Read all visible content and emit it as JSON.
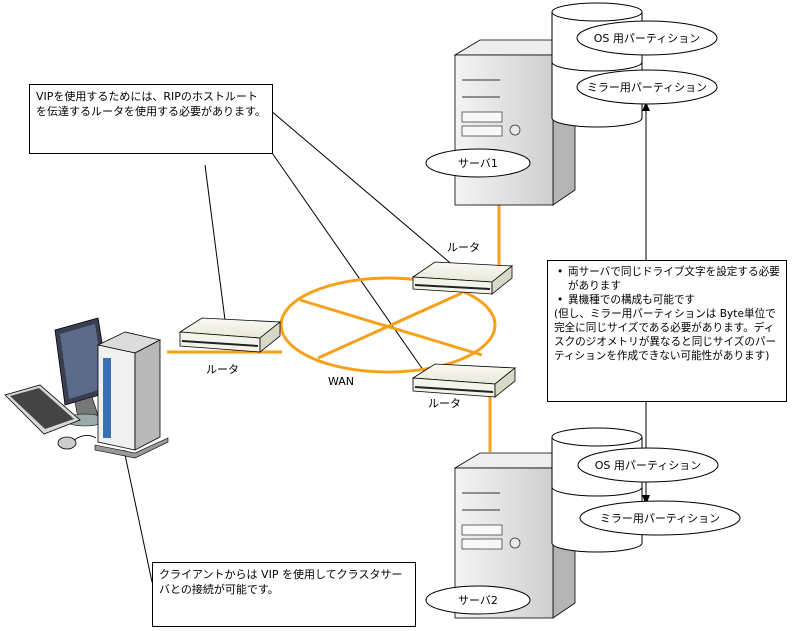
{
  "labels": {
    "server1": "サーバ1",
    "server2": "サーバ2",
    "router_top": "ルータ",
    "router_left": "ルータ",
    "router_bottom": "ルータ",
    "wan": "WAN",
    "os_partition_1": "OS 用パーティション",
    "mirror_partition_1": "ミラー用パーティション",
    "os_partition_2": "OS 用パーティション",
    "mirror_partition_2": "ミラー用パーティション"
  },
  "notes": {
    "top": "VIPを使用するためには、RIPのホストルートを伝達するルータを使用する必要があります。",
    "bottom": "クライアントからは VIP を使用してクラスタサーバとの接続が可能です。",
    "right": {
      "bullet1": "両サーバで同じドライブ文字を設定する必要があります",
      "bullet2": "異機種での構成も可能です",
      "para": "(但し、ミラー用パーティションは Byte単位で完全に同じサイズである必要があります。ディスクのジオメトリが異なると同じサイズのパーティションを作成できない可能性があります)"
    }
  },
  "colors": {
    "link": "#f7a11a",
    "line": "#000000",
    "case": "#dedede",
    "case_shade": "#a8a8a8"
  }
}
